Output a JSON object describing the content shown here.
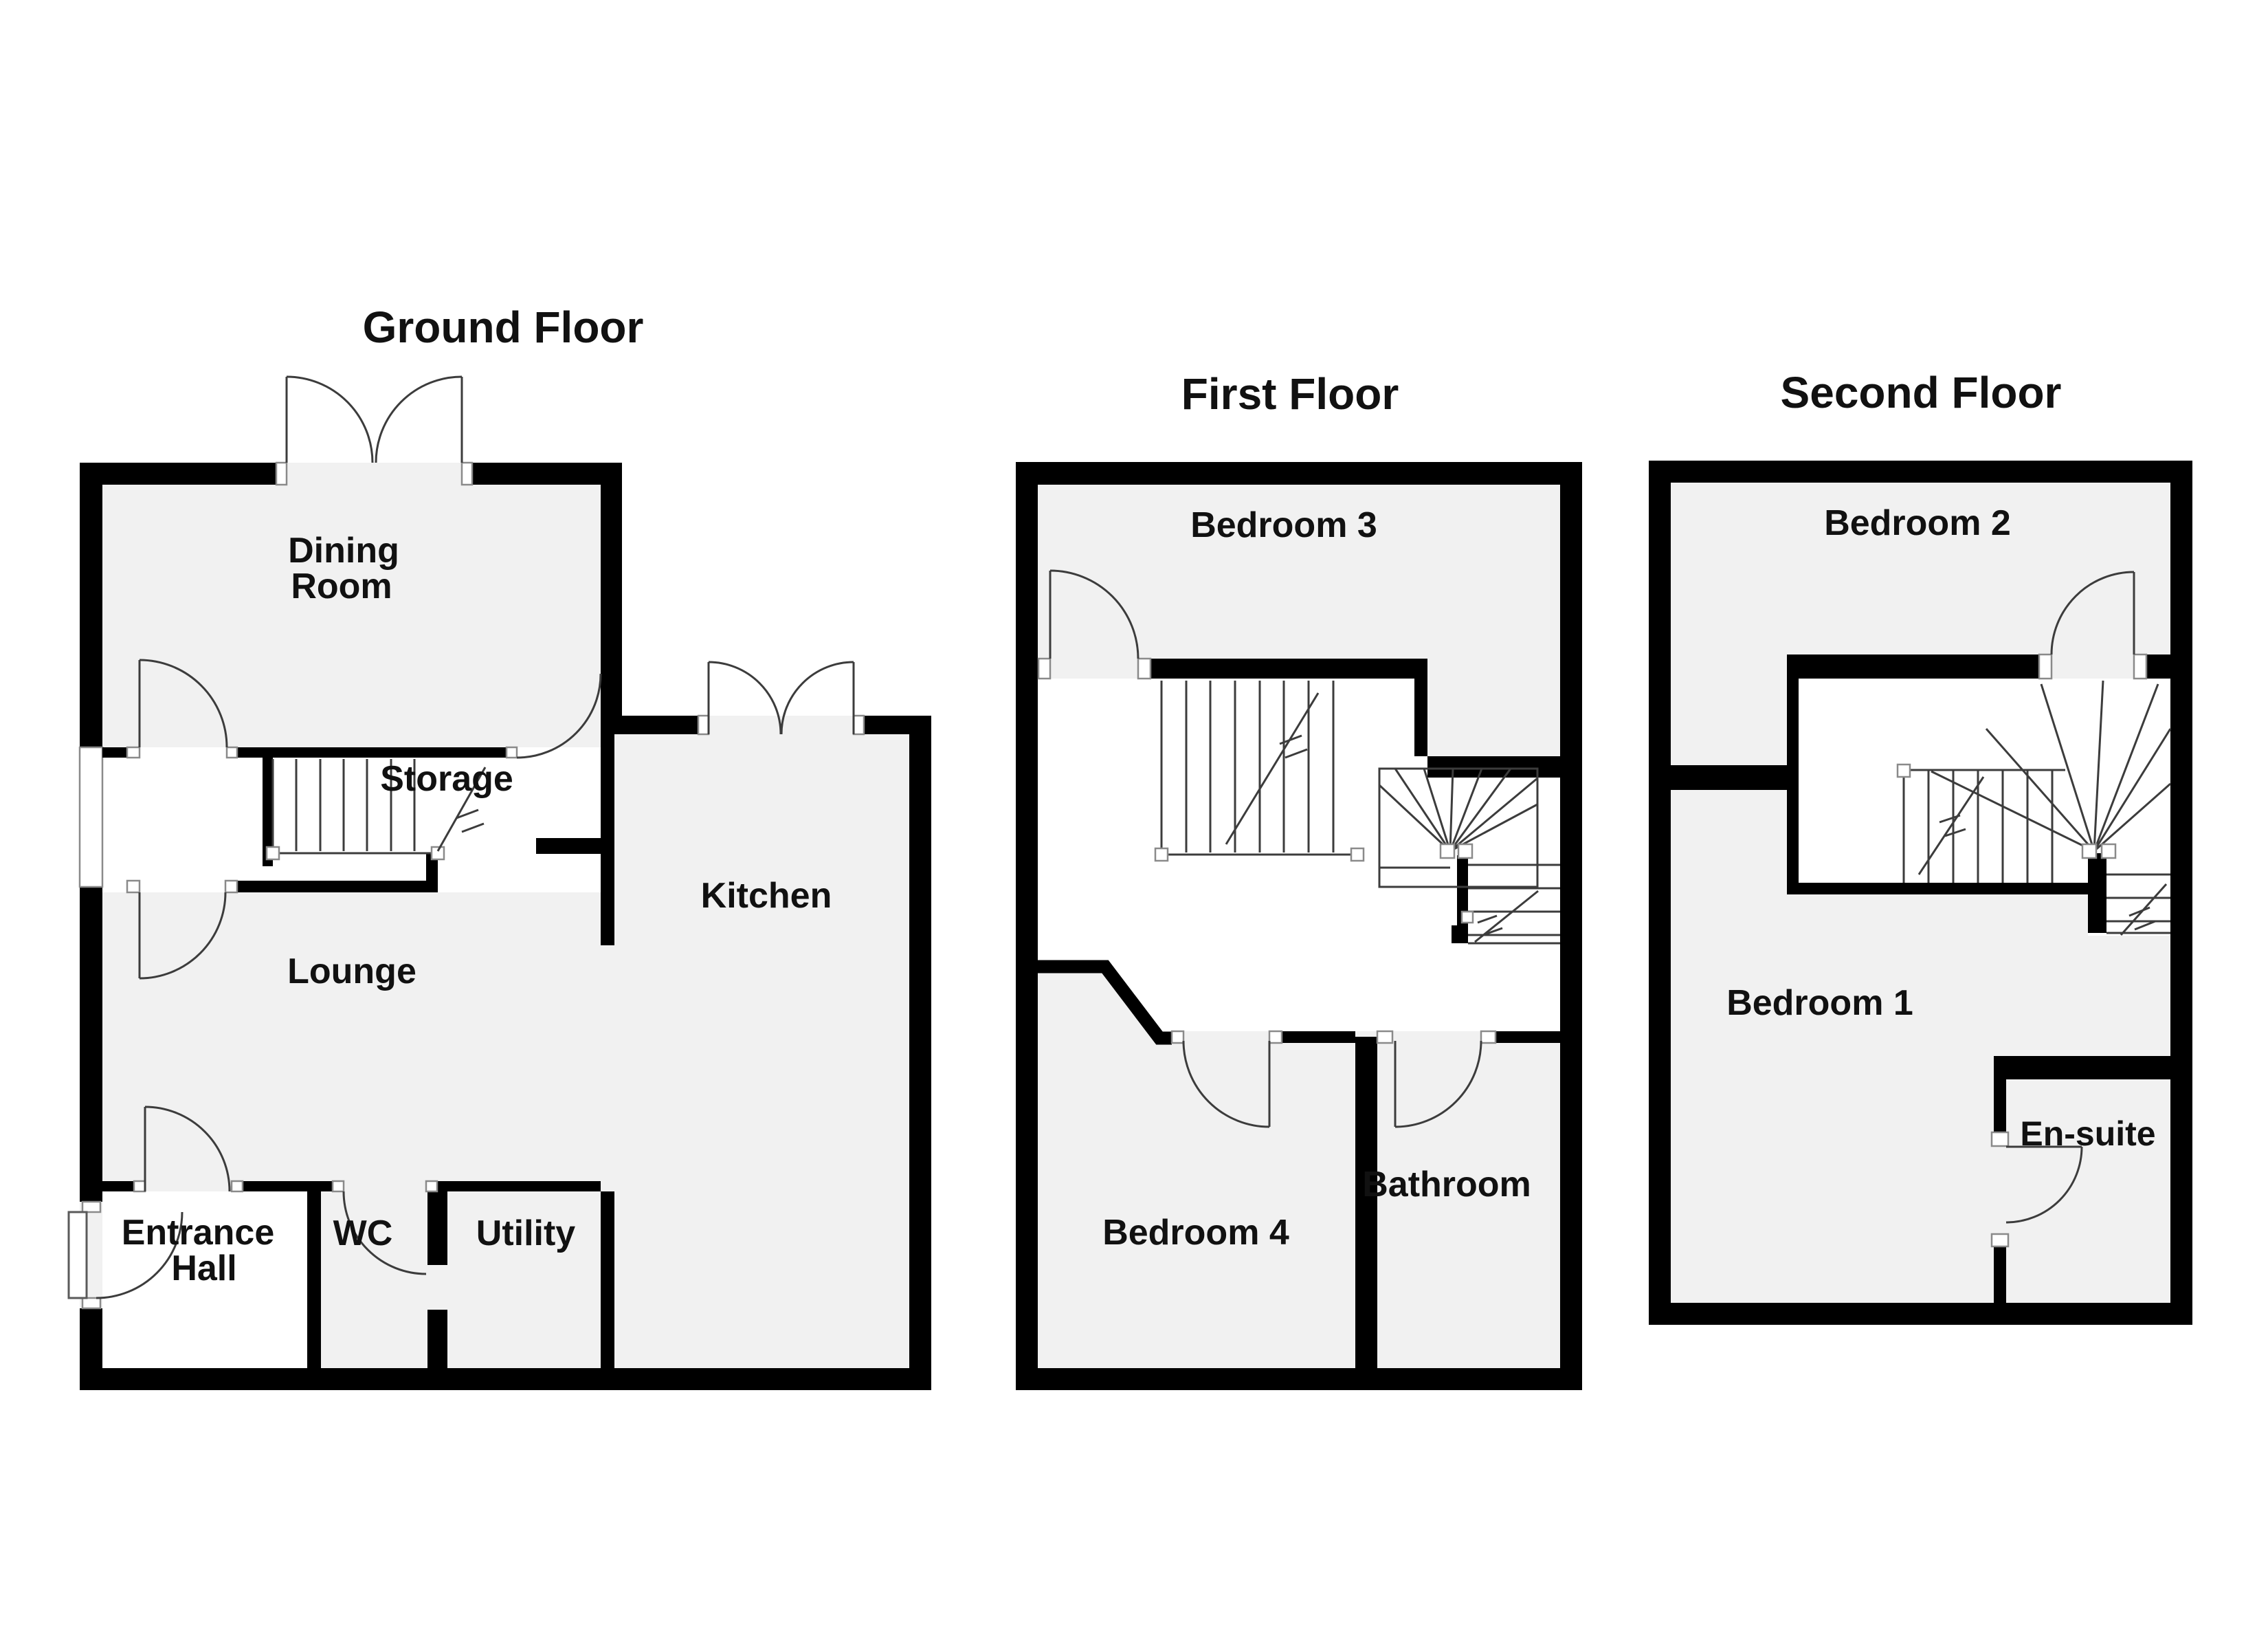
{
  "document": {
    "type": "floor-plan",
    "background": "#ffffff"
  },
  "colors": {
    "wall": "#000000",
    "room_fill": "#f1f1f1",
    "open_fill": "#ffffff",
    "line": "#3c3c3c"
  },
  "floors": [
    {
      "title": "Ground Floor",
      "rooms": [
        "Dining Room",
        "Storage",
        "Lounge",
        "Kitchen",
        "Entrance Hall",
        "WC",
        "Utility"
      ]
    },
    {
      "title": "First Floor",
      "rooms": [
        "Bedroom 3",
        "Bedroom 4",
        "Bathroom"
      ]
    },
    {
      "title": "Second Floor",
      "rooms": [
        "Bedroom 2",
        "Bedroom 1",
        "En-suite"
      ]
    }
  ],
  "label_text": {
    "ground_title": "Ground Floor",
    "first_title": "First Floor",
    "second_title": "Second Floor",
    "dining_1": "Dining",
    "dining_2": "Room",
    "storage": "Storage",
    "lounge": "Lounge",
    "kitchen": "Kitchen",
    "entrance_1": "Entrance",
    "entrance_2": "Hall",
    "wc": "WC",
    "utility": "Utility",
    "bedroom3": "Bedroom 3",
    "bedroom4": "Bedroom 4",
    "bathroom": "Bathroom",
    "bedroom2": "Bedroom 2",
    "bedroom1": "Bedroom 1",
    "ensuite": "En-suite"
  }
}
